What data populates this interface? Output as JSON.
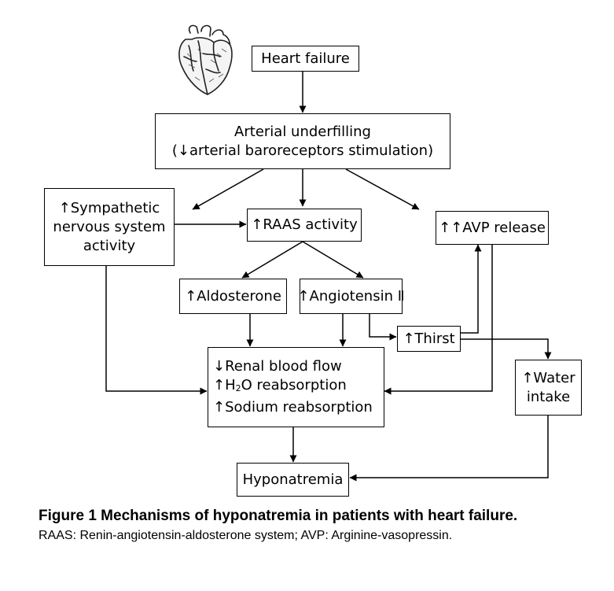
{
  "nodes": {
    "heart_failure": {
      "lines": [
        "Heart failure"
      ]
    },
    "arterial_underfilling": {
      "lines": [
        "Arterial underfilling",
        "(↓arterial baroreceptors stimulation)"
      ]
    },
    "sympathetic": {
      "lines": [
        "↑Sympathetic",
        "nervous system",
        "activity"
      ]
    },
    "raas": {
      "lines": [
        "↑RAAS activity"
      ]
    },
    "avp": {
      "lines": [
        "↑↑AVP release"
      ]
    },
    "aldosterone": {
      "lines": [
        "↑Aldosterone"
      ]
    },
    "angiotensin": {
      "lines": [
        "↑Angiotensin Ⅱ"
      ]
    },
    "thirst": {
      "lines": [
        "↑Thirst"
      ]
    },
    "renal": {
      "lines": [
        "↓Renal blood flow",
        "↑H",
        "O reabsorption",
        "↑Sodium reabsorption"
      ]
    },
    "water_intake": {
      "lines": [
        "↑Water",
        "intake"
      ]
    },
    "hyponatremia": {
      "lines": [
        "Hyponatremia"
      ]
    }
  },
  "caption": {
    "title": "Figure 1   Mechanisms of hyponatremia  in patients with heart failure.",
    "note": "RAAS: Renin-angiotensin-aldosterone system; AVP: Arginine-vasopressin.",
    "subscript_2": "2"
  },
  "icon": "heart-icon"
}
